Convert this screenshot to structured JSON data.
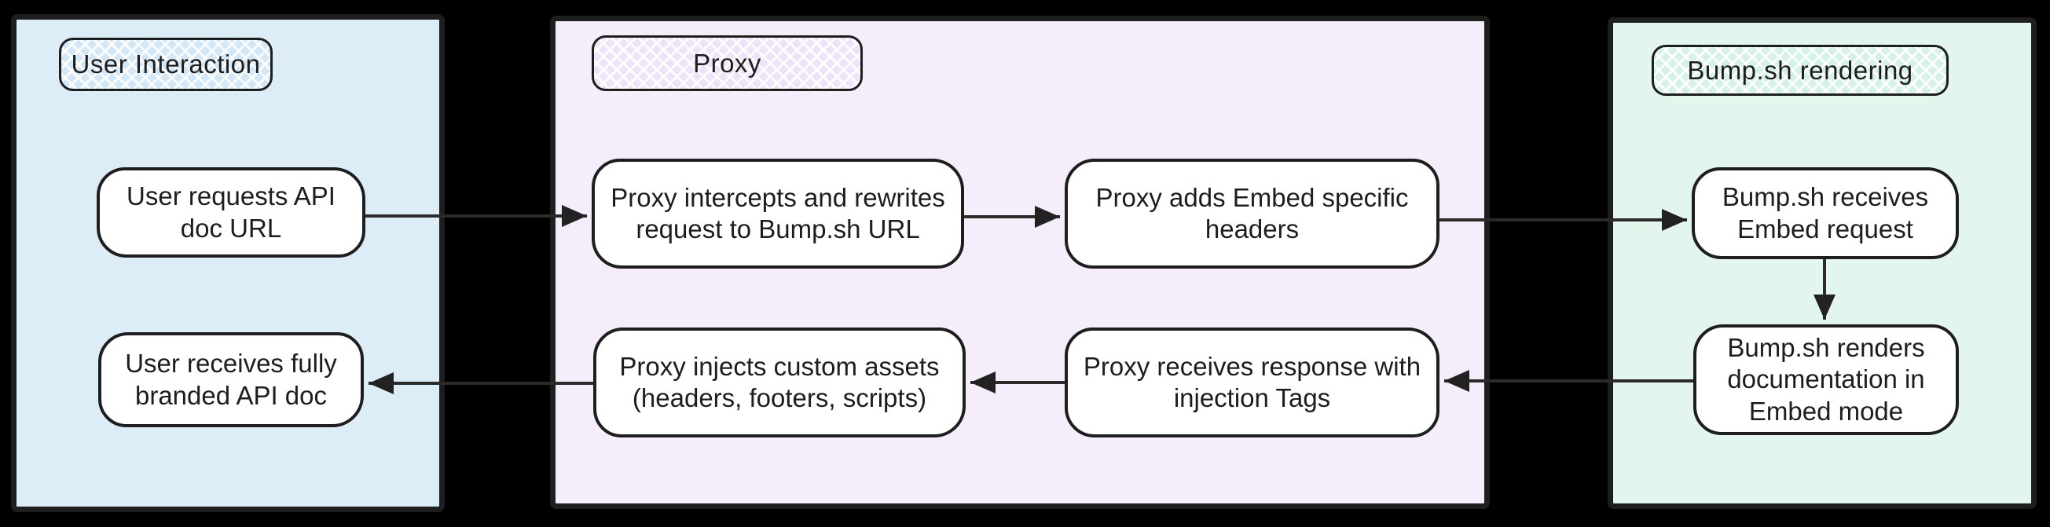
{
  "colors": {
    "canvas_bg": "#000000",
    "stroke": "#1e1e1e",
    "node_bg": "#ffffff",
    "lane_user_bg": "#ddedf8",
    "lane_proxy_bg": "#f5edfa",
    "lane_bump_bg": "#e3f6ee"
  },
  "lanes": [
    {
      "title": "User Interaction"
    },
    {
      "title": "Proxy"
    },
    {
      "title": "Bump.sh rendering"
    }
  ],
  "nodes": {
    "user_requests": "User requests API doc URL",
    "user_receives": "User receives fully branded API doc",
    "proxy_intercepts": "Proxy intercepts and rewrites request to Bump.sh URL",
    "proxy_adds": "Proxy adds Embed specific headers",
    "proxy_injects": "Proxy injects custom assets (headers, footers, scripts)",
    "proxy_receives": "Proxy receives response with injection Tags",
    "bump_receives": "Bump.sh receives Embed request",
    "bump_renders": "Bump.sh renders documentation in Embed mode"
  },
  "edges": [
    {
      "from": "User requests API doc URL",
      "to": "Proxy intercepts and rewrites request to Bump.sh URL"
    },
    {
      "from": "Proxy intercepts and rewrites request to Bump.sh URL",
      "to": "Proxy adds Embed specific headers"
    },
    {
      "from": "Proxy adds Embed specific headers",
      "to": "Bump.sh receives Embed request"
    },
    {
      "from": "Bump.sh receives Embed request",
      "to": "Bump.sh renders documentation in Embed mode"
    },
    {
      "from": "Bump.sh renders documentation in Embed mode",
      "to": "Proxy receives response with injection Tags"
    },
    {
      "from": "Proxy receives response with injection Tags",
      "to": "Proxy injects custom assets (headers, footers, scripts)"
    },
    {
      "from": "Proxy injects custom assets (headers, footers, scripts)",
      "to": "User receives fully branded API doc"
    }
  ]
}
